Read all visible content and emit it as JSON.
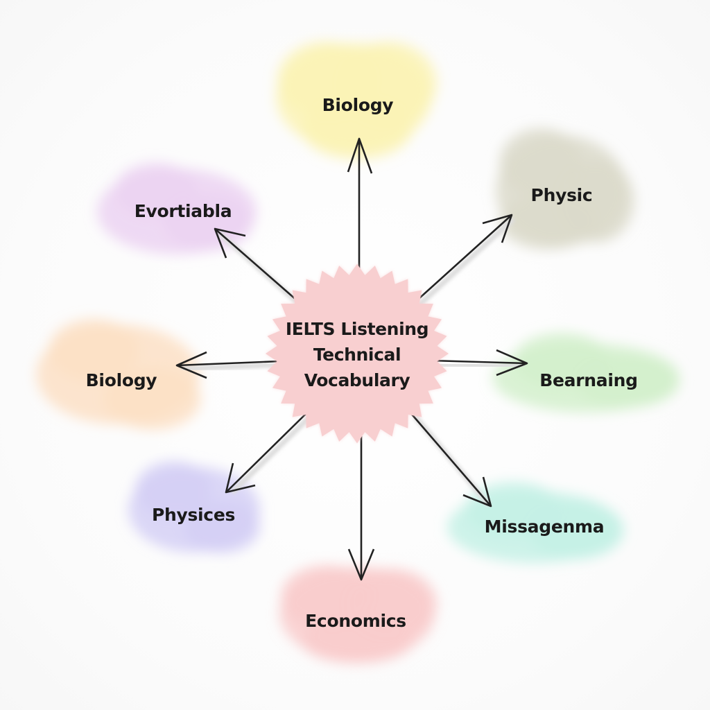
{
  "center": {
    "lines": [
      "IELTS Listening",
      "Technical",
      "Vocabulary"
    ],
    "color": "#f8cfd0"
  },
  "nodes": [
    {
      "id": "top",
      "label": "Biology",
      "color": "#fbf3b6"
    },
    {
      "id": "top-right",
      "label": "Physic",
      "color": "#dcdbcb"
    },
    {
      "id": "right",
      "label": "Bearnaing",
      "color": "#d3f0cd"
    },
    {
      "id": "bottom-right",
      "label": "Missagenma",
      "color": "#c5f1e6"
    },
    {
      "id": "bottom",
      "label": "Economics",
      "color": "#f9cccd"
    },
    {
      "id": "bottom-left",
      "label": "Physices",
      "color": "#d5d0f6"
    },
    {
      "id": "left",
      "label": "Biology",
      "color": "#fde0c6"
    },
    {
      "id": "top-left",
      "label": "Evortiabla",
      "color": "#ecd3f2"
    }
  ]
}
